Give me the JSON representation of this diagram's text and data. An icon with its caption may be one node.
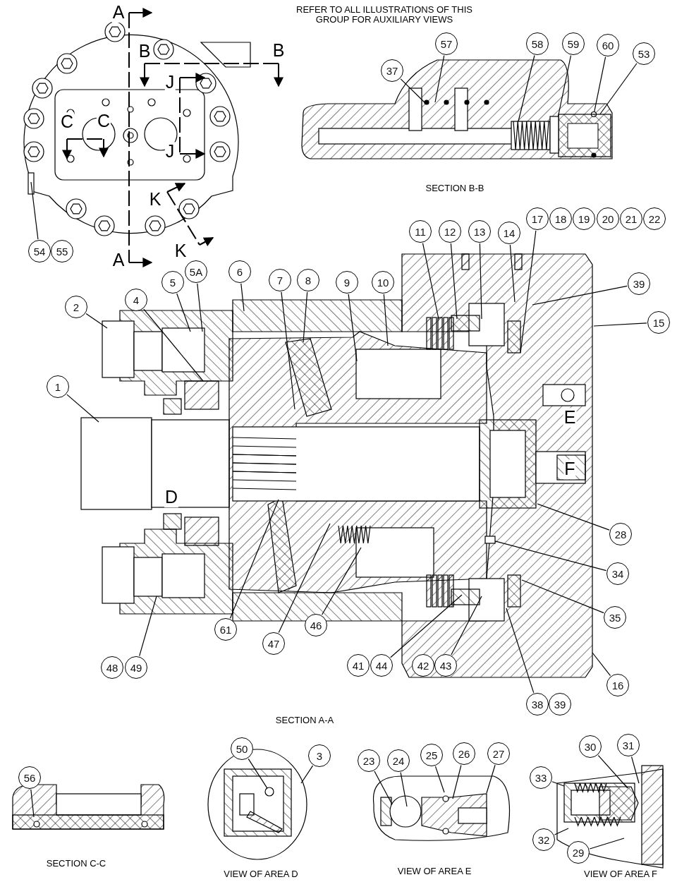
{
  "diagram": {
    "nodes": [
      {
        "text": [
          "37"
        ]
      },
      {
        "text": [
          "57"
        ]
      },
      {
        "text": [
          "58"
        ]
      },
      {
        "text": [
          "59"
        ]
      },
      {
        "text": [
          "60"
        ]
      },
      {
        "text": [
          "53"
        ]
      },
      {
        "text": [
          "54"
        ]
      },
      {
        "text": [
          "55"
        ]
      },
      {
        "text": [
          "17"
        ]
      },
      {
        "text": [
          "18"
        ]
      },
      {
        "text": [
          "19"
        ]
      },
      {
        "text": [
          "20"
        ]
      },
      {
        "text": [
          "21"
        ]
      },
      {
        "text": [
          "22"
        ]
      },
      {
        "text": [
          "11"
        ]
      },
      {
        "text": [
          "12"
        ]
      },
      {
        "text": [
          "13"
        ]
      },
      {
        "text": [
          "14"
        ]
      },
      {
        "text": [
          "39"
        ]
      },
      {
        "text": [
          "2"
        ]
      },
      {
        "text": [
          "4"
        ]
      },
      {
        "text": [
          "5"
        ]
      },
      {
        "text": [
          "5A"
        ]
      },
      {
        "text": [
          "6"
        ]
      },
      {
        "text": [
          "7"
        ]
      },
      {
        "text": [
          "8"
        ]
      },
      {
        "text": [
          "9"
        ]
      },
      {
        "text": [
          "10"
        ]
      },
      {
        "text": [
          "15"
        ]
      },
      {
        "text": [
          "1"
        ]
      },
      {
        "text": [
          "28"
        ]
      },
      {
        "text": [
          "34"
        ]
      },
      {
        "text": [
          "35"
        ]
      },
      {
        "text": [
          "61"
        ]
      },
      {
        "text": [
          "47"
        ]
      },
      {
        "text": [
          "46"
        ]
      },
      {
        "text": [
          "41"
        ]
      },
      {
        "text": [
          "44"
        ]
      },
      {
        "text": [
          "42"
        ]
      },
      {
        "text": [
          "43"
        ]
      },
      {
        "text": [
          "48"
        ]
      },
      {
        "text": [
          "49"
        ]
      },
      {
        "text": [
          "16"
        ]
      },
      {
        "text": [
          "38"
        ]
      },
      {
        "text": [
          "39"
        ]
      },
      {
        "text": [
          "50"
        ]
      },
      {
        "text": [
          "3"
        ]
      },
      {
        "text": [
          "23"
        ]
      },
      {
        "text": [
          "24"
        ]
      },
      {
        "text": [
          "25"
        ]
      },
      {
        "text": [
          "26"
        ]
      },
      {
        "text": [
          "27"
        ]
      },
      {
        "text": [
          "30"
        ]
      },
      {
        "text": [
          "31"
        ]
      },
      {
        "text": [
          "33"
        ]
      },
      {
        "text": [
          "56"
        ]
      },
      {
        "text": [
          "32"
        ]
      },
      {
        "text": [
          "29"
        ]
      },
      {
        "text": [],
        "shape": "circle"
      },
      {
        "text": [],
        "shape": "box"
      },
      {
        "text": [],
        "shape": "box"
      },
      {
        "text": [],
        "shape": "circle"
      },
      {
        "text": [],
        "shape": "box"
      }
    ],
    "edges": [
      {
        "from": 0,
        "to": null,
        "arrow": "none"
      },
      {
        "from": 1,
        "to": null,
        "arrow": "none"
      },
      {
        "from": 2,
        "to": null,
        "arrow": "none"
      },
      {
        "from": 3,
        "to": 62,
        "arrow": "none"
      },
      {
        "from": 4,
        "to": 58,
        "arrow": "none"
      },
      {
        "from": 5,
        "to": 59,
        "arrow": "none"
      },
      {
        "from": 6,
        "to": null,
        "arrow": "none"
      },
      {
        "from": 8,
        "to": null,
        "arrow": "none"
      },
      {
        "from": 14,
        "to": null,
        "arrow": "none"
      },
      {
        "from": 15,
        "to": null,
        "arrow": "none"
      },
      {
        "from": 16,
        "to": null,
        "arrow": "none"
      },
      {
        "from": 17,
        "to": null,
        "arrow": "none"
      },
      {
        "from": 18,
        "to": null,
        "arrow": "none"
      },
      {
        "from": 19,
        "to": null,
        "arrow": "none"
      },
      {
        "from": 20,
        "to": null,
        "arrow": "none"
      },
      {
        "from": 21,
        "to": null,
        "arrow": "none"
      },
      {
        "from": 22,
        "to": null,
        "arrow": "none"
      },
      {
        "from": 23,
        "to": null,
        "arrow": "none"
      },
      {
        "from": 24,
        "to": null,
        "arrow": "none"
      },
      {
        "from": 25,
        "to": null,
        "arrow": "none"
      },
      {
        "from": 26,
        "to": null,
        "arrow": "none"
      },
      {
        "from": 27,
        "to": null,
        "arrow": "none"
      },
      {
        "from": 28,
        "to": null,
        "arrow": "none"
      },
      {
        "from": 29,
        "to": null,
        "arrow": "none"
      },
      {
        "from": 30,
        "to": null,
        "arrow": "none"
      },
      {
        "from": 31,
        "to": 60,
        "arrow": "none"
      },
      {
        "from": 32,
        "to": null,
        "arrow": "none"
      },
      {
        "from": 33,
        "to": null,
        "arrow": "none"
      },
      {
        "from": 34,
        "to": null,
        "arrow": "none"
      },
      {
        "from": 35,
        "to": null,
        "arrow": "none"
      },
      {
        "from": 37,
        "to": null,
        "arrow": "none"
      },
      {
        "from": 39,
        "to": null,
        "arrow": "none"
      },
      {
        "from": 41,
        "to": null,
        "arrow": "none"
      },
      {
        "from": 42,
        "to": null,
        "arrow": "none"
      },
      {
        "from": 43,
        "to": null,
        "arrow": "none"
      },
      {
        "from": 45,
        "to": 61,
        "arrow": "none"
      },
      {
        "from": 46,
        "to": null,
        "arrow": "none"
      },
      {
        "from": 47,
        "to": null,
        "arrow": "none"
      },
      {
        "from": 48,
        "to": null,
        "arrow": "none"
      },
      {
        "from": 49,
        "to": null,
        "arrow": "none"
      },
      {
        "from": 50,
        "to": null,
        "arrow": "none"
      },
      {
        "from": 51,
        "to": null,
        "arrow": "none"
      },
      {
        "from": 52,
        "to": null,
        "arrow": "none"
      },
      {
        "from": 53,
        "to": null,
        "arrow": "none"
      },
      {
        "from": 54,
        "to": null,
        "arrow": "none"
      },
      {
        "from": 55,
        "to": null,
        "arrow": "none"
      },
      {
        "from": 56,
        "to": null,
        "arrow": "none"
      },
      {
        "from": 57,
        "to": null,
        "arrow": "none"
      }
    ],
    "labels": [
      "REFER TO ALL ILLUSTRATIONS OF THIS GROUP FOR AUXILIARY VIEWS",
      "A",
      "B",
      "B",
      "J",
      "C",
      "C",
      "J",
      "K",
      "K",
      "A",
      "SECTION B-B",
      "E",
      "F",
      "D",
      "SECTION A-A",
      "SECTION C-C",
      "VIEW OF AREA D",
      "VIEW OF AREA E",
      "VIEW OF AREA F"
    ]
  }
}
